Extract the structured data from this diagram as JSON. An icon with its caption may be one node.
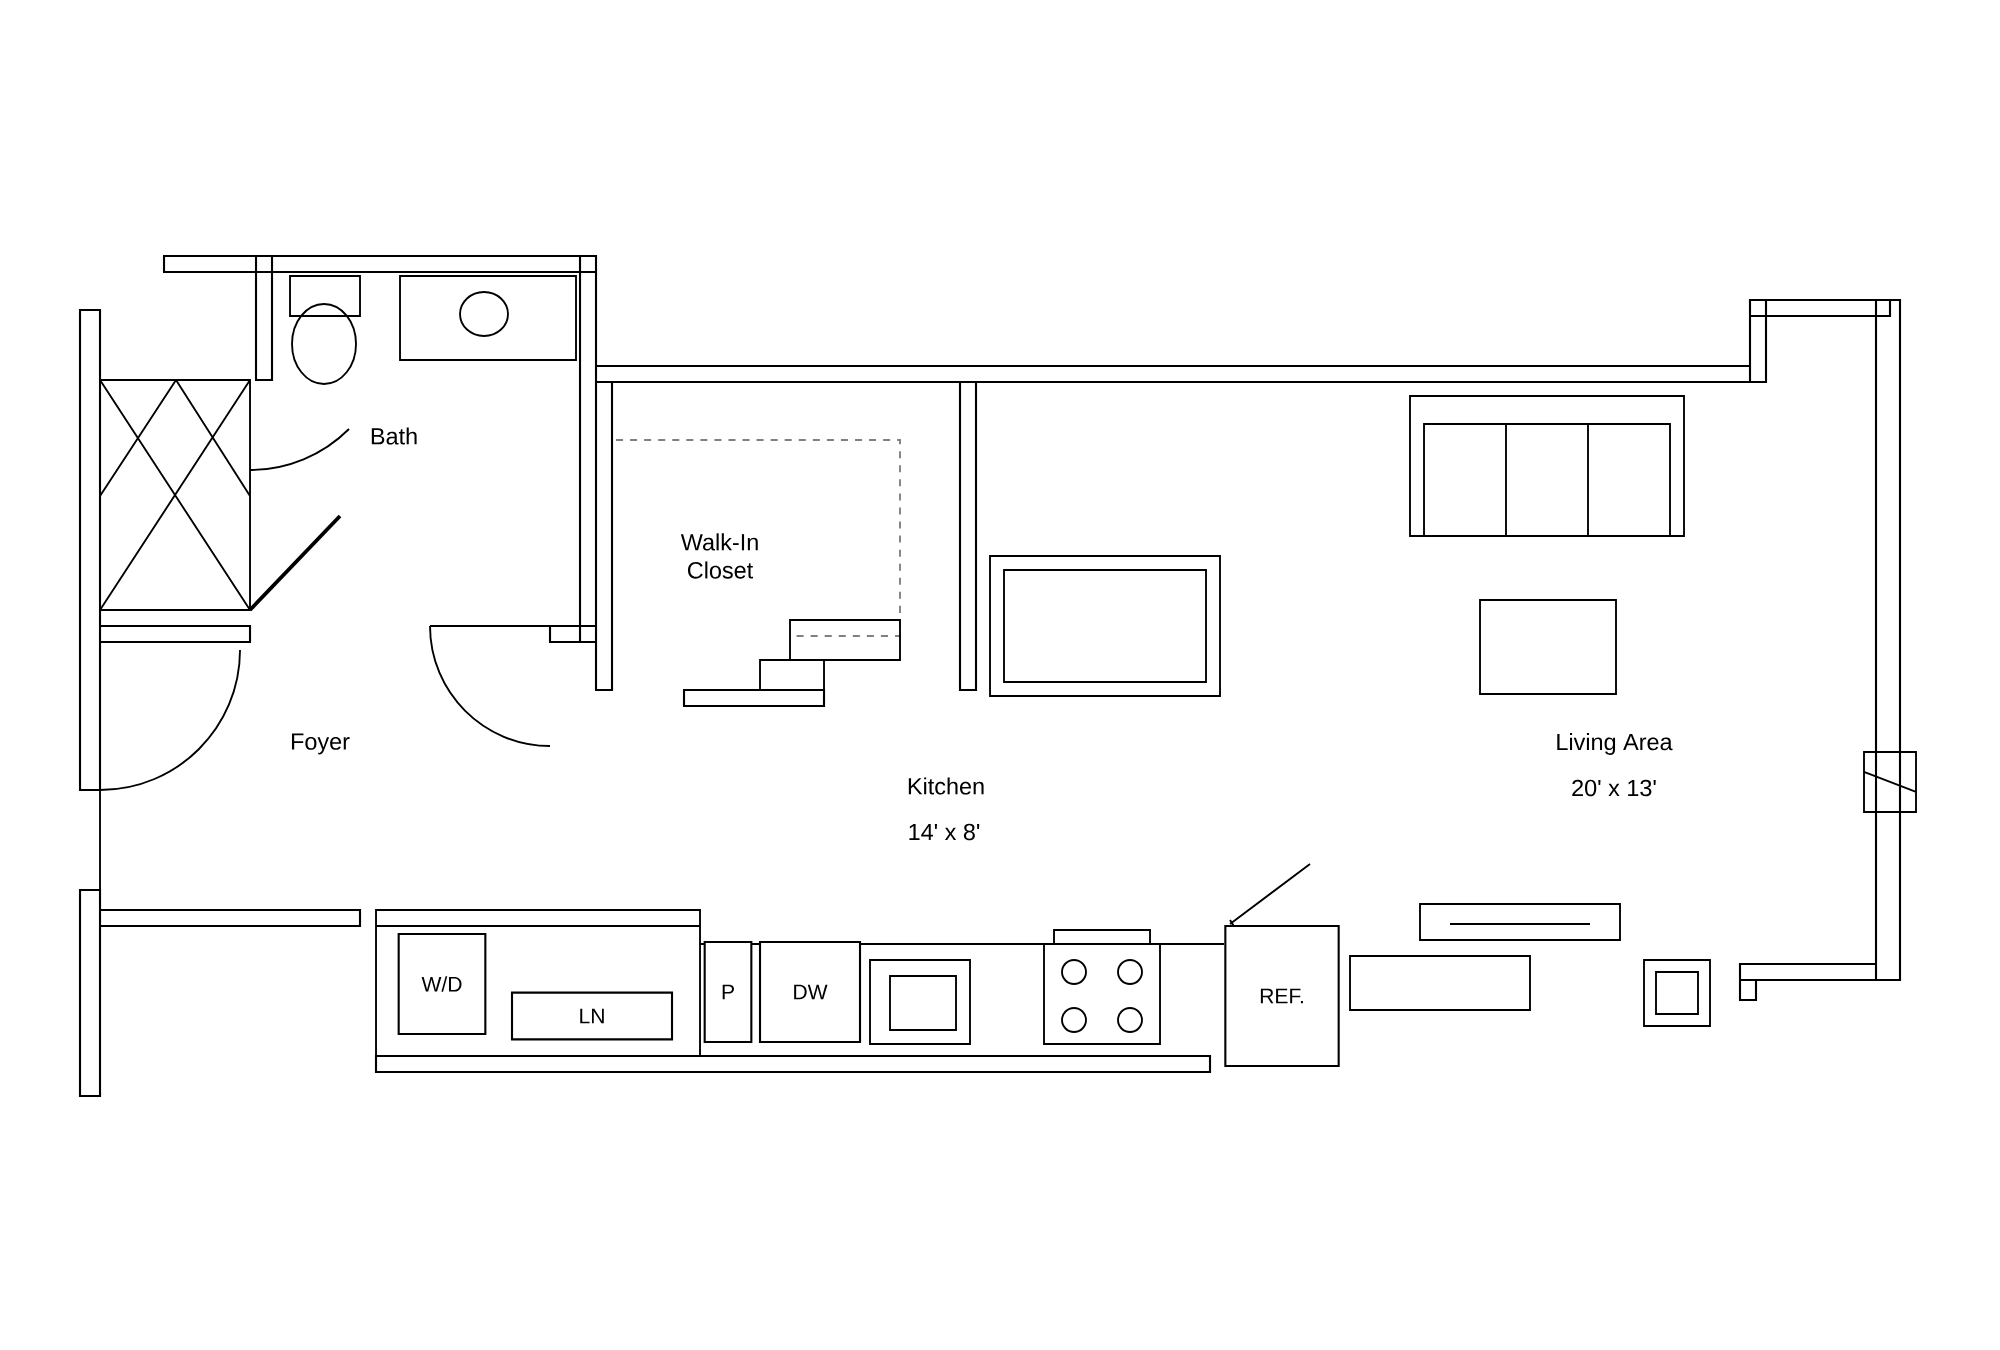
{
  "diagram": {
    "nodes": [
      {
        "text": [
          "W/D"
        ]
      },
      {
        "text": [
          "LN"
        ]
      },
      {
        "text": [
          "P"
        ]
      },
      {
        "text": [
          "DW"
        ]
      },
      {
        "text": [
          "REF."
        ]
      }
    ],
    "labels": [
      "Bath",
      "Walk-In Closet",
      "Foyer",
      "Kitchen",
      "14' x 8'",
      "Living Area",
      "20' x 13'"
    ]
  }
}
